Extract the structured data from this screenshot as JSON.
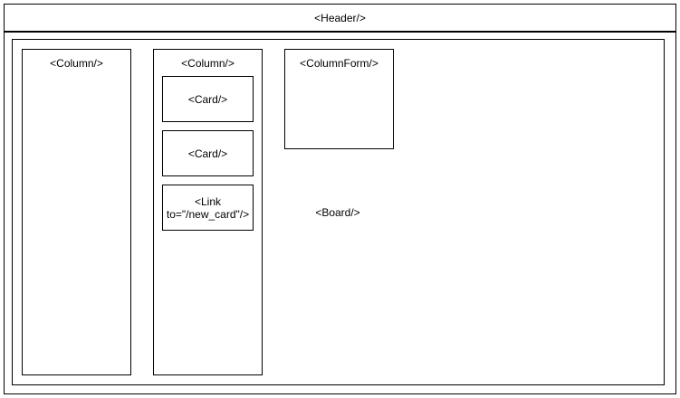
{
  "header": {
    "label": "<Header/>"
  },
  "board": {
    "label": "<Board/>"
  },
  "columns": [
    {
      "label": "<Column/>"
    },
    {
      "label": "<Column/>",
      "cards": [
        {
          "label": "<Card/>"
        },
        {
          "label": "<Card/>"
        }
      ],
      "link": {
        "label": "<Link\nto=\"/new_card\"/>"
      }
    }
  ],
  "column_form": {
    "label": "<ColumnForm/>"
  }
}
